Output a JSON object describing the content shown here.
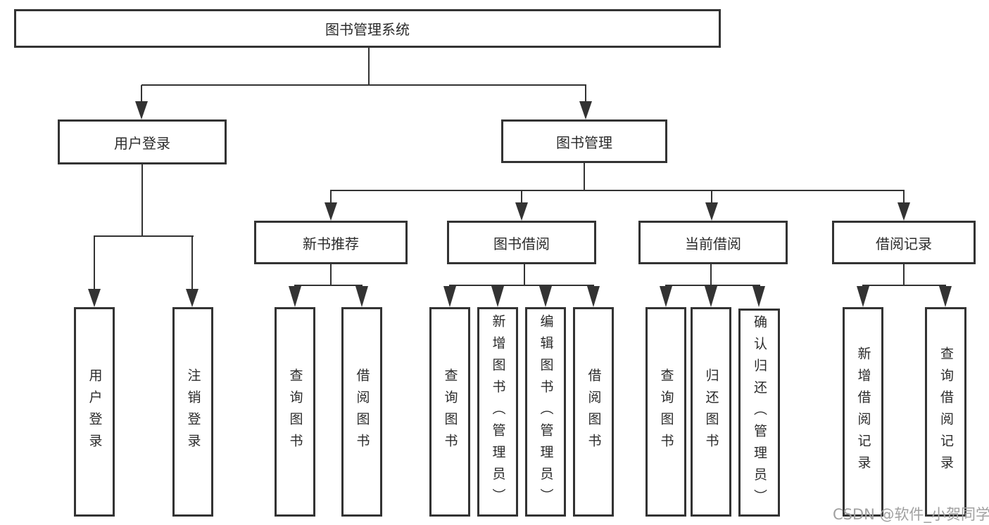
{
  "diagram_title": "图书管理系统",
  "colors": {
    "line": "#333333",
    "text": "#2b2b2b",
    "background": "#ffffff",
    "watermark": "#a0a0a0"
  },
  "nodes": {
    "root": "图书管理系统",
    "user_login": "用户登录",
    "book_mgmt": "图书管理",
    "new_books": "新书推荐",
    "book_borrow": "图书借阅",
    "current_borrow": "当前借阅",
    "borrow_records": "借阅记录",
    "ul_login": "用户登录",
    "ul_logout": "注销登录",
    "nb_query": "查询图书",
    "nb_borrow": "借阅图书",
    "bb_query": "查询图书",
    "bb_add": "新增图书（管理员）",
    "bb_edit": "编辑图书（管理员）",
    "bb_borrow": "借阅图书",
    "cb_query": "查询图书",
    "cb_return": "归还图书",
    "cb_confirm": "确认归还（管理员）",
    "br_add": "新增借阅记录",
    "br_query": "查询借阅记录"
  },
  "watermark": "CSDN @软件_小贺同学"
}
